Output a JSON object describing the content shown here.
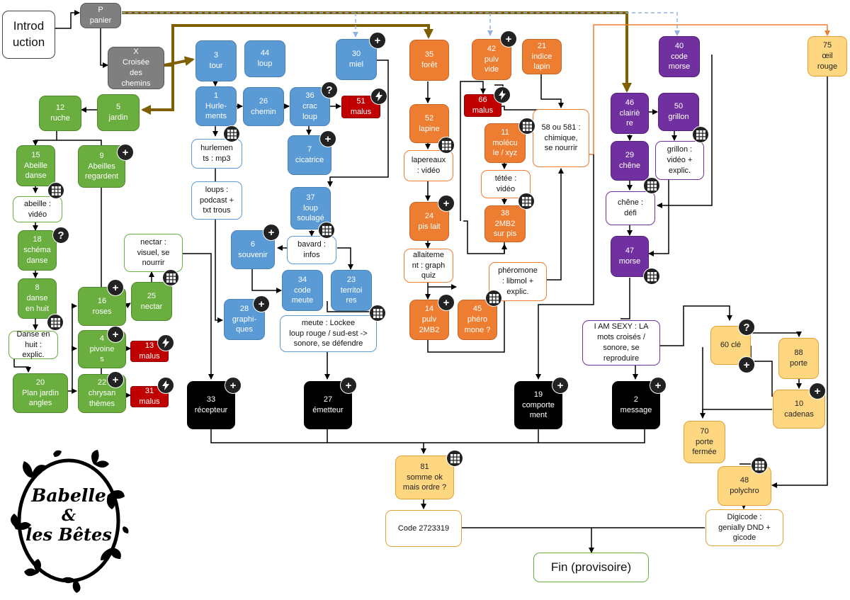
{
  "nodes": {
    "intro": "Introd\nuction",
    "p": "P\npanier",
    "x": "X\nCroisée\ndes\nchemins",
    "n12": "12\nruche",
    "n5": "5\njardin",
    "n15": "15\nAbeille\ndanse",
    "n9": "9\nAbeilles\nregardent",
    "abeille_video": "abeille :\nvidéo",
    "n18": "18\nschéma\ndanse",
    "n8": "8\ndanse\nen huit",
    "danse_huit": "Danse en\nhuit :\nexplic.",
    "n20": "20\nPlan jardin\nangles",
    "n16": "16\nroses",
    "n25": "25\nnectar",
    "nectar_box": "nectar :\nvisuel, se\nnourrir",
    "n4": "4\npivoine\ns",
    "n13": "13\nmalus",
    "n22": "22\nchrysan\nthèmes",
    "n31": "31\nmalus",
    "n3": "3\ntour",
    "n44": "44\nloup",
    "n30": "30\nmiel",
    "n1": "1\nHurle-\nments",
    "n26": "26\nchemin",
    "n36": "36\ncrac\nloup",
    "n51": "51\nmalus",
    "n7": "7\ncicatrice",
    "hurlements_box": "hurlemen\nts : mp3",
    "loups_box": "loups :\npodcast +\ntxt trous",
    "n37": "37\nloup\nsoulagé",
    "n6": "6\nsouvenir",
    "bavard_box": "bavard :\ninfos",
    "n34": "34\ncode\nmeute",
    "n23": "23\nterritoi\nres",
    "n28": "28\ngraphi-\nques",
    "meute_box": "meute : Lockee\nloup rouge / sud-est ->\nsonore, se défendre",
    "n35": "35\nforêt",
    "n42": "42\npulv\nvide",
    "n21": "21\nindice\nlapin",
    "n66": "66\nmalus",
    "n52": "52\nlapine",
    "n11": "11\nmolécu\nle / xyz",
    "box58": "58 ou 581 :\nchimique,\nse nourrir",
    "lapereaux_box": "lapereaux\n: vidéo",
    "tetee_box": "tétée :\nvidéo",
    "n24": "24\npis lait",
    "n38": "38\n2MB2\nsur pis",
    "allaitement_box": "allaiteme\nnt : graph\nquiz",
    "pheromone_box": "phéromone\n: libmol +\nexplic.",
    "n14": "14\npulv\n2MB2",
    "n45": "45\nphéro\nmone ?",
    "n40": "40\ncode\nmorse",
    "n75": "75\nœil\nrouge",
    "n46": "46\nclairiè\nre",
    "n50": "50\ngrillon",
    "n29": "29\nchêne",
    "grillon_box": "grillon :\nvidéo +\nexplic.",
    "chene_box": "chêne :\ndéfi",
    "n47": "47\nmorse",
    "iamsexy_box": "I AM SEXY : LA\nmots croisés /\nsonore, se\nreproduire",
    "n60": "60 clé",
    "n88": "88\nporte",
    "n10": "10\ncadenas",
    "n70": "70\nporte\nfermée",
    "n48": "48\npolychro",
    "digicode_box": "Digicode :\ngenially DND +\ngicode",
    "n33": "33\nrécepteur",
    "n27": "27\németteur",
    "n19": "19\ncomporte\nment",
    "n2": "2\nmessage",
    "n81": "81\nsomme ok\nmais ordre ?",
    "code_box": "Code 2723319",
    "fin": "Fin (provisoire)"
  },
  "badge_symbols": {
    "plus": "+",
    "question": "?"
  },
  "logo": {
    "line1": "Babelle",
    "line2": "&",
    "line3": "les Bêtes"
  },
  "colors": {
    "green": "#6aae3f",
    "blue": "#5b9bd5",
    "orange": "#ed7d31",
    "purple": "#7030a0",
    "yellow": "#ffd780",
    "red": "#c00000",
    "olive": "#7f6000",
    "dashed": "#8fb4e3"
  }
}
